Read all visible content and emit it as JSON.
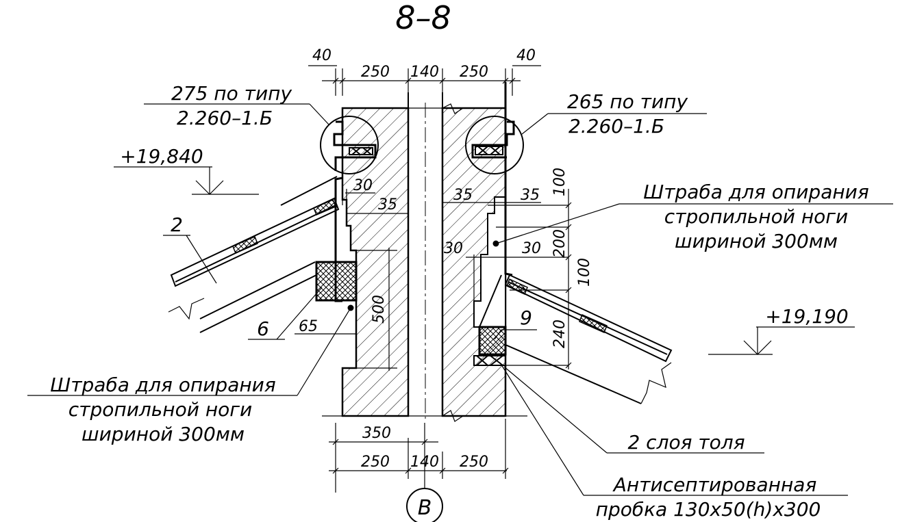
{
  "title": "8–8",
  "axis_marker": "В",
  "colors": {
    "line": "#000000",
    "background": "#ffffff"
  },
  "references": {
    "left": {
      "top": "275 по типу",
      "bottom": "2.260–1.Б"
    },
    "right": {
      "top": "265 по типу",
      "bottom": "2.260–1.Б"
    }
  },
  "elevations": {
    "left": "+19,840",
    "right": "+19,190"
  },
  "dimensions": {
    "top_left_offset": "40",
    "top_right_offset": "40",
    "top_wall_left": "250",
    "top_channel": "140",
    "top_wall_right": "250",
    "bottom_overall": "350",
    "bottom_wall_left": "250",
    "bottom_channel": "140",
    "bottom_wall_right": "250",
    "left_step_30": "30",
    "left_step_35": "35",
    "left_height_500": "500",
    "left_offset_65": "65",
    "right_step_35_a": "35",
    "right_step_35_b": "35",
    "right_step_30_a": "30",
    "right_step_30_b": "30",
    "right_v_100_a": "100",
    "right_v_200": "200",
    "right_v_100_b": "100",
    "right_v_240": "240"
  },
  "callouts": {
    "item_2": "2",
    "item_6": "6",
    "item_9": "9",
    "shtraba_left": [
      "Штраба для опирания",
      "стропильной ноги",
      "шириной 300мм"
    ],
    "shtraba_right": [
      "Штраба для опирания",
      "стропильной ноги",
      "шириной 300мм"
    ],
    "roofing": "2 слоя толя",
    "plug": [
      "Антисептированная",
      "пробка 130х50(h)х300"
    ]
  }
}
